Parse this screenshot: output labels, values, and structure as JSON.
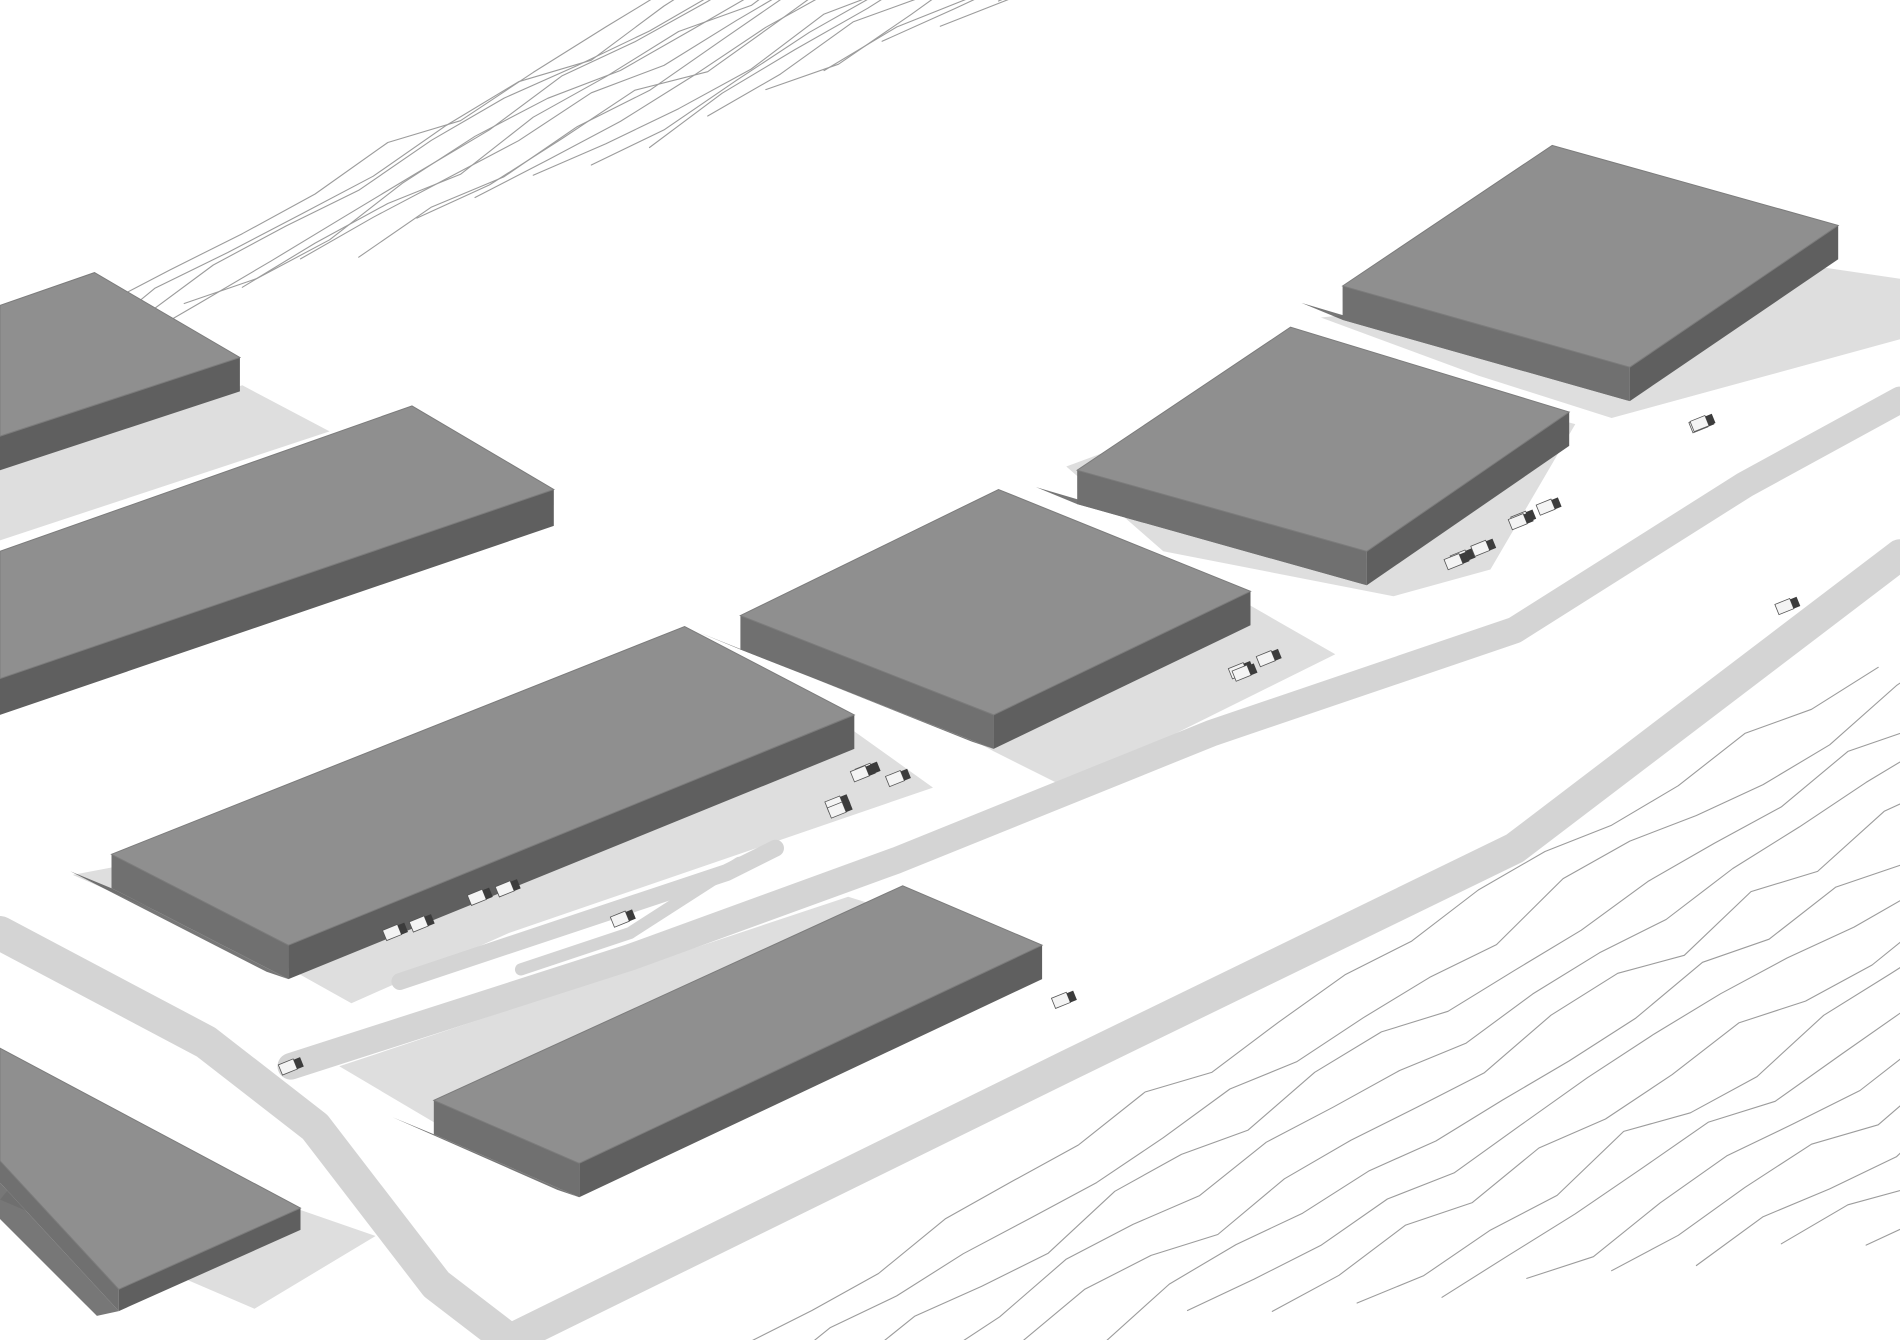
{
  "drawing": {
    "kind": "axonometric site plan",
    "printed_text": []
  },
  "palette": {
    "background": "#ffffff",
    "contour_line": "#9c9c9c",
    "ground_paving": "#dedede",
    "road_surface": "#d4d4d4",
    "roof": "#8f8f8f",
    "wall_front": "#707070",
    "wall_side": "#5f5f5f",
    "shadow": "#4a4a4a",
    "vehicle_body": "#f4f4f4",
    "vehicle_cab": "#3c3c3c"
  },
  "elements": {
    "warehouse_buildings": 8,
    "parked_trucks": 20,
    "trucks_on_road": 4
  }
}
